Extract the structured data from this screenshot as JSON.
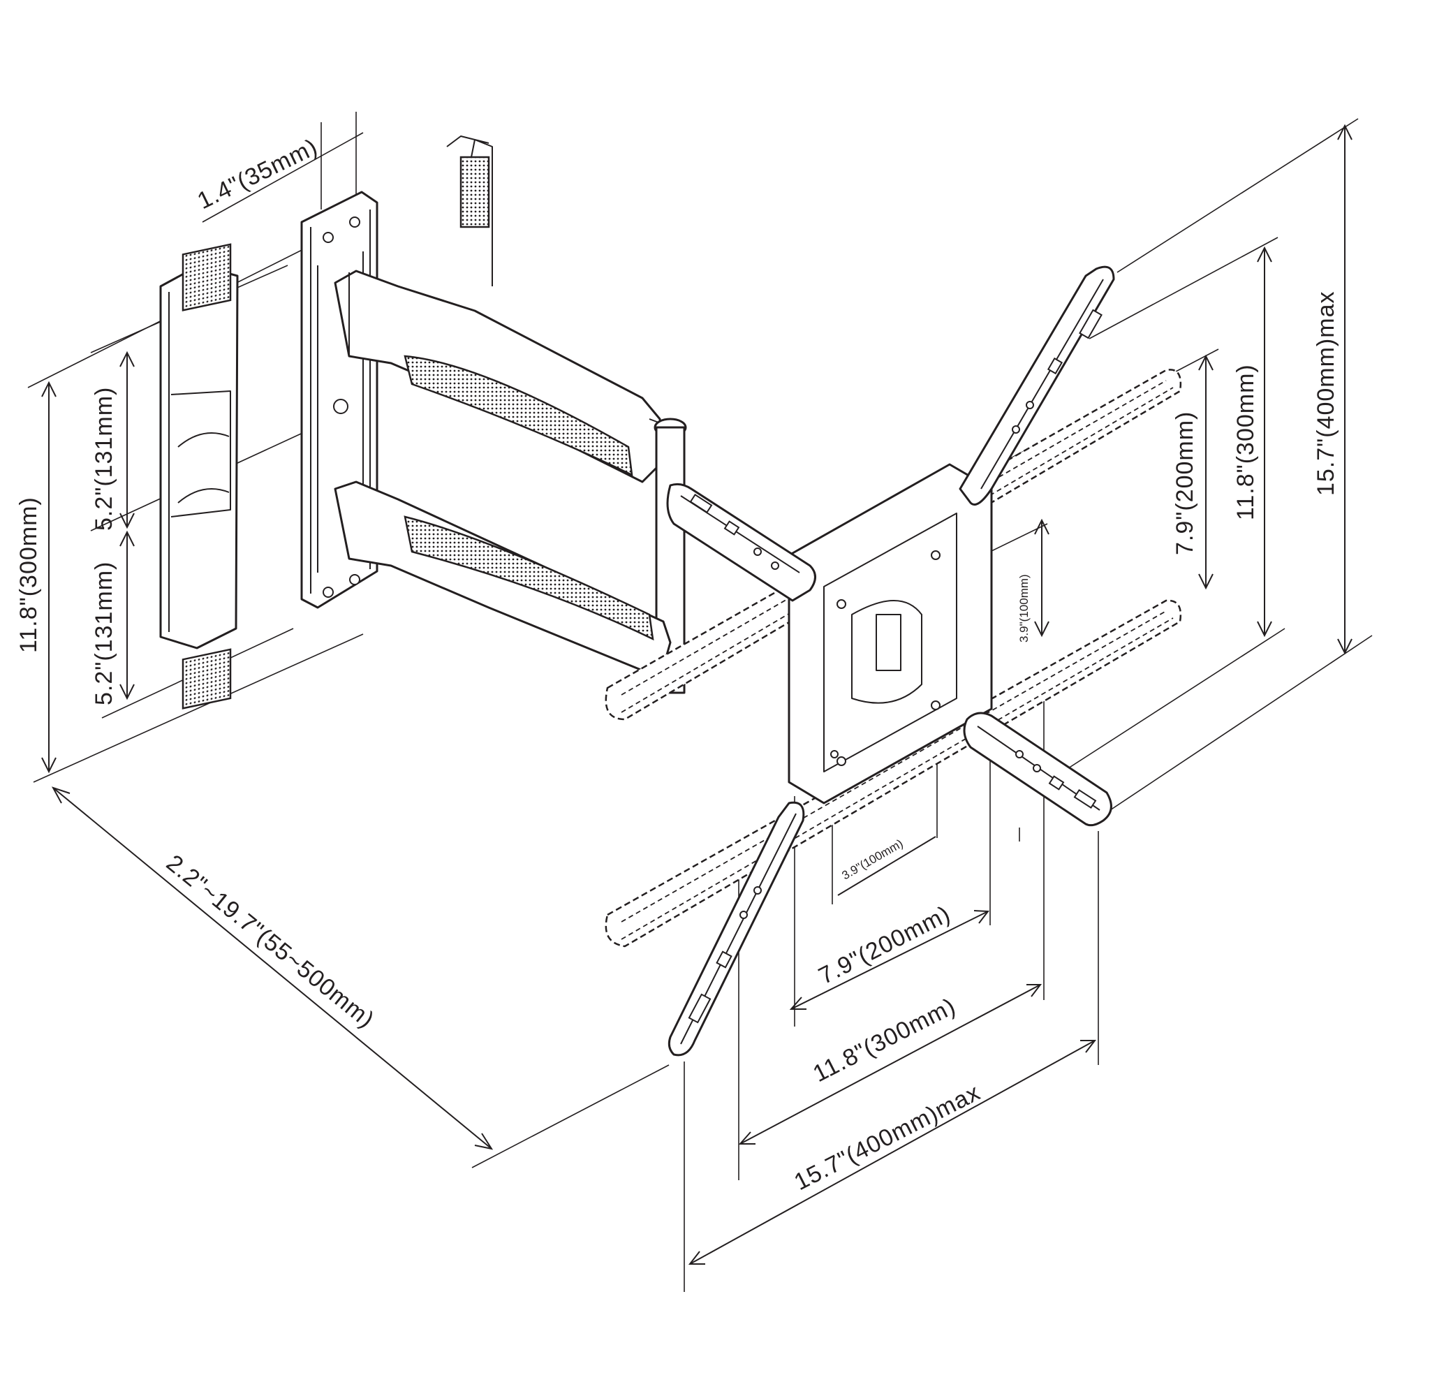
{
  "colors": {
    "ink": "#231f20",
    "background": "#ffffff"
  },
  "dimensions": {
    "wall_plate_depth": "1.4\"(35mm)",
    "wall_plate_height": "11.8\"(300mm)",
    "hole_spacing_upper": "5.2\"(131mm)",
    "hole_spacing_lower": "5.2\"(131mm)",
    "extension_range": "2.2\"~19.7\"(55~500mm)",
    "vesa_v_100": "3.9\"(100mm)",
    "vesa_v_200": "7.9\"(200mm)",
    "vesa_v_300": "11.8\"(300mm)",
    "vesa_v_400": "15.7\"(400mm)max",
    "vesa_h_100": "3.9\"(100mm)",
    "vesa_h_200": "7.9\"(200mm)",
    "vesa_h_300": "11.8\"(300mm)",
    "vesa_h_400": "15.7\"(400mm)max"
  }
}
